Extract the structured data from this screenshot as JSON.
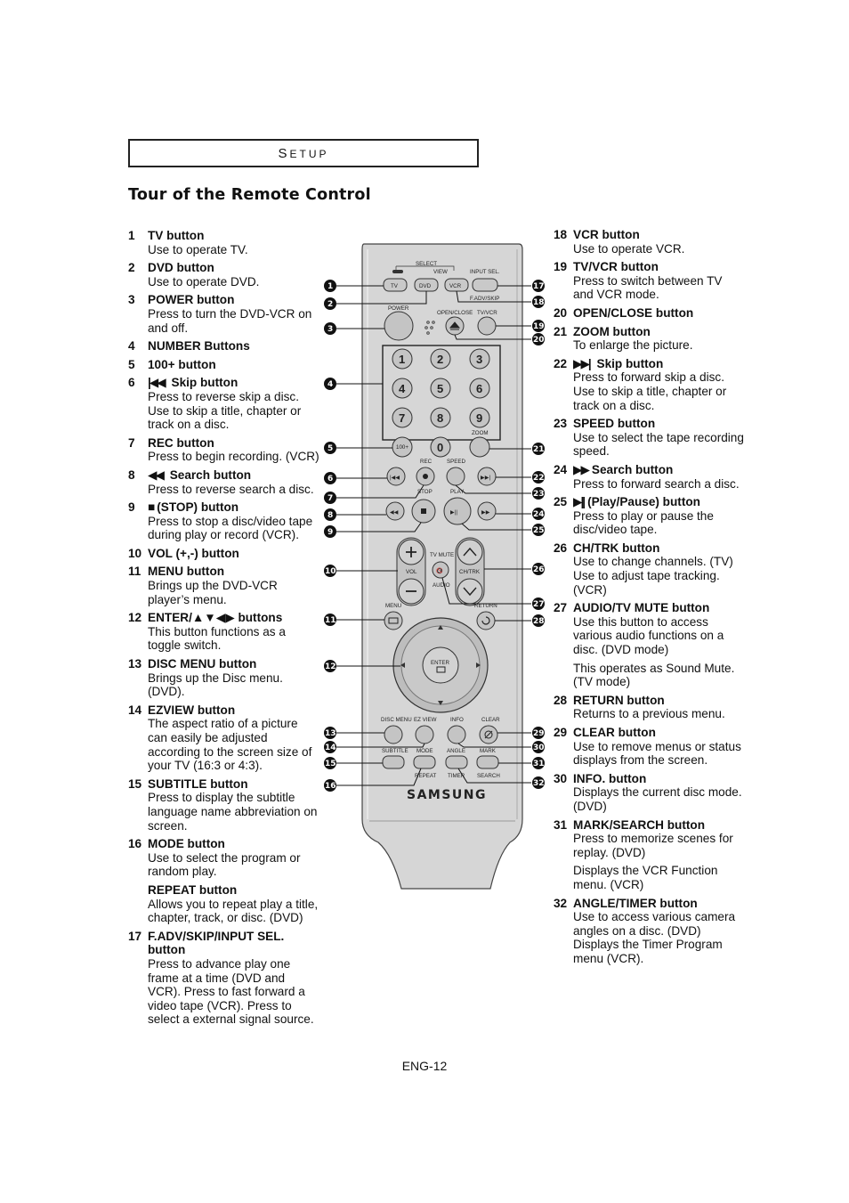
{
  "header": {
    "section": "Setup",
    "section_first": "S",
    "section_rest": "ETUP"
  },
  "page_title": "Tour of the Remote Control",
  "footer": "ENG-12",
  "left_entries": [
    {
      "num": "1",
      "title": "TV button",
      "desc": "Use to operate TV."
    },
    {
      "num": "2",
      "title": "DVD button",
      "desc": "Use to operate DVD."
    },
    {
      "num": "3",
      "title": "POWER button",
      "desc": "Press to turn the DVD-VCR on and off."
    },
    {
      "num": "4",
      "title": "NUMBER  Buttons",
      "desc": ""
    },
    {
      "num": "5",
      "title": "100+ button",
      "desc": ""
    },
    {
      "num": "6",
      "title": "Skip button",
      "desc": "Press to reverse skip a disc. Use to skip a title, chapter or track on a disc."
    },
    {
      "num": "7",
      "title": "REC button",
      "desc": "Press to begin recording. (VCR)"
    },
    {
      "num": "8",
      "title": "Search button",
      "desc": "Press to reverse search a disc."
    },
    {
      "num": "9",
      "title": "(STOP) button",
      "desc": "Press to stop a disc/video tape during play or record (VCR)."
    },
    {
      "num": "10",
      "title": "VOL (+,-) button",
      "desc": ""
    },
    {
      "num": "11",
      "title": "MENU button",
      "desc": "Brings up the DVD-VCR player’s menu."
    },
    {
      "num": "12",
      "title": "ENTER/▲▼◀▶ buttons",
      "desc": "This button functions as a toggle switch."
    },
    {
      "num": "13",
      "title": "DISC MENU button",
      "desc": "Brings up the Disc menu. (DVD)."
    },
    {
      "num": "14",
      "title": "EZVIEW button",
      "desc": "The aspect ratio of a picture can easily be adjusted according to the screen size of your TV (16:3 or 4:3)."
    },
    {
      "num": "15",
      "title": "SUBTITLE button",
      "desc": "Press to display the subtitle language name abbreviation on screen."
    },
    {
      "num": "16",
      "title": "MODE button",
      "desc": "Use to select the program or random play."
    },
    {
      "num": "",
      "title": "REPEAT button",
      "desc": "Allows you to repeat play a title, chapter, track, or disc. (DVD)"
    },
    {
      "num": "17",
      "title": "F.ADV/SKIP/INPUT SEL. button",
      "desc": "Press to advance play one frame at a time (DVD and VCR). Press to fast forward a video tape (VCR). Press to select a external signal source."
    }
  ],
  "right_entries": [
    {
      "num": "18",
      "title": "VCR button",
      "desc": "Use to operate VCR."
    },
    {
      "num": "19",
      "title": "TV/VCR button",
      "desc": "Press to switch between TV and VCR mode."
    },
    {
      "num": "20",
      "title": "OPEN/CLOSE button",
      "desc": ""
    },
    {
      "num": "21",
      "title": "ZOOM button",
      "desc": "To enlarge the picture."
    },
    {
      "num": "22",
      "title": "Skip button",
      "desc": "Press to forward skip a disc. Use to skip a title, chapter or track on a disc."
    },
    {
      "num": "23",
      "title": "SPEED button",
      "desc": "Use to select the tape recording speed."
    },
    {
      "num": "24",
      "title": "Search button",
      "desc": "Press to forward search a disc."
    },
    {
      "num": "25",
      "title": "(Play/Pause) button",
      "desc": "Press to play or pause the disc/video tape."
    },
    {
      "num": "26",
      "title": "CH/TRK button",
      "desc": "Use to change channels. (TV) Use to adjust tape tracking. (VCR)"
    },
    {
      "num": "27",
      "title": "AUDIO/TV MUTE button",
      "desc": "Use this button to access various audio functions on a disc. (DVD mode)",
      "extra": "This operates as Sound Mute. (TV mode)"
    },
    {
      "num": "28",
      "title": "RETURN button",
      "desc": "Returns to a previous menu."
    },
    {
      "num": "29",
      "title": "CLEAR button",
      "desc": "Use to remove menus or status displays from the screen."
    },
    {
      "num": "30",
      "title": "INFO. button",
      "desc": "Displays the current disc mode. (DVD)"
    },
    {
      "num": "31",
      "title": "MARK/SEARCH button",
      "desc": "Press to memorize scenes for replay. (DVD)",
      "extra": "Displays the VCR Function menu. (VCR)"
    },
    {
      "num": "32",
      "title": "ANGLE/TIMER button",
      "desc": "Use to access various camera angles on a disc. (DVD) Displays the Timer Program menu (VCR)."
    }
  ],
  "remote": {
    "brand": "SAMSUNG",
    "labels": {
      "select": "SELECT",
      "view": "VIEW",
      "input_sel": "INPUT SEL.",
      "tv": "TV",
      "dvd": "DVD",
      "vcr": "VCR",
      "fadv_skip": "F.ADV/SKIP",
      "power": "POWER",
      "open_close": "OPEN/CLOSE",
      "tv_vcr": "TV/VCR",
      "zoom": "ZOOM",
      "hundred": "100+",
      "rec": "REC",
      "speed": "SPEED",
      "stop": "STOP",
      "play": "PLAY",
      "tv_mute": "TV MUTE",
      "vol": "VOL",
      "audio": "AUDIO",
      "ch_trk": "CH/TRK",
      "menu": "MENU",
      "return": "RETURN",
      "enter": "ENTER",
      "disc_menu": "DISC MENU",
      "ez_view": "EZ VIEW",
      "info": "INFO",
      "clear": "CLEAR",
      "subtitle": "SUBTITLE",
      "mode": "MODE",
      "angle": "ANGLE",
      "mark": "MARK",
      "repeat": "REPEAT",
      "timer": "TIMER",
      "search": "SEARCH"
    },
    "digits": [
      "1",
      "2",
      "3",
      "4",
      "5",
      "6",
      "7",
      "8",
      "9",
      "0"
    ],
    "callouts": [
      "1",
      "2",
      "3",
      "4",
      "5",
      "6",
      "7",
      "8",
      "9",
      "10",
      "11",
      "12",
      "13",
      "14",
      "15",
      "16",
      "17",
      "18",
      "19",
      "20",
      "21",
      "22",
      "23",
      "24",
      "25",
      "26",
      "27",
      "28",
      "29",
      "30",
      "31",
      "32"
    ]
  }
}
